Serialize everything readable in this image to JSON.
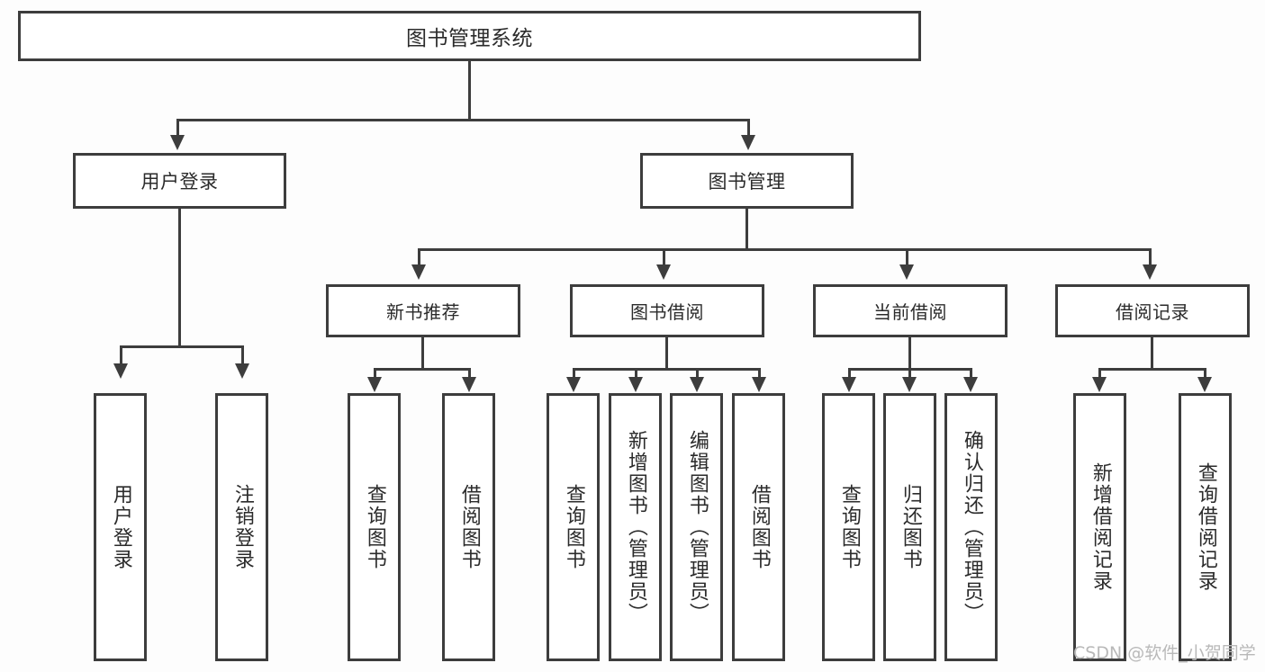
{
  "diagram": {
    "type": "tree",
    "title": "图书管理系统",
    "root": {
      "label": "图书管理系统"
    },
    "level2": [
      {
        "label": "用户登录"
      },
      {
        "label": "图书管理"
      }
    ],
    "level3": [
      {
        "label": "新书推荐"
      },
      {
        "label": "图书借阅"
      },
      {
        "label": "当前借阅"
      },
      {
        "label": "借阅记录"
      }
    ],
    "leaves": {
      "user_login": [
        {
          "label": "用户登录"
        },
        {
          "label": "注销登录"
        }
      ],
      "new_book_recommend": [
        {
          "label": "查询图书"
        },
        {
          "label": "借阅图书"
        }
      ],
      "book_borrow": [
        {
          "label": "查询图书"
        },
        {
          "label": "新增图书（管理员）"
        },
        {
          "label": "编辑图书（管理员）"
        },
        {
          "label": "借阅图书"
        }
      ],
      "current_borrow": [
        {
          "label": "查询图书"
        },
        {
          "label": "归还图书"
        },
        {
          "label": "确认归还（管理员）"
        }
      ],
      "borrow_record": [
        {
          "label": "新增借阅记录"
        },
        {
          "label": "查询借阅记录"
        }
      ]
    }
  },
  "watermark": {
    "text": "CSDN @软件_小贺同学"
  },
  "colors": {
    "border": "#3d3d3d",
    "text": "#2b2b2b",
    "background": "#fdfdfd",
    "watermark": "#b9b9b9"
  }
}
